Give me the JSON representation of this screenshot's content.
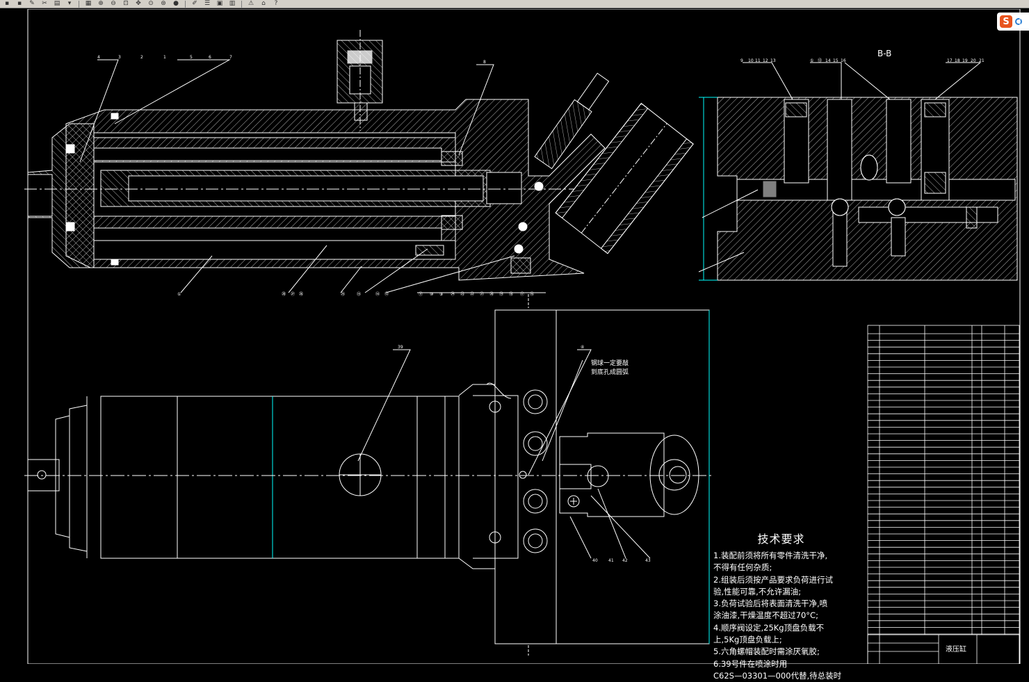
{
  "toolbar": {
    "buttons": [
      {
        "name": "save-icon",
        "glyph": "▪"
      },
      {
        "name": "print-icon",
        "glyph": "▪"
      },
      {
        "name": "open-icon",
        "glyph": "✎"
      },
      {
        "name": "cut-icon",
        "glyph": "✂"
      },
      {
        "name": "paste-icon",
        "glyph": "▤"
      },
      {
        "name": "dropdown-icon",
        "glyph": "▾"
      },
      {
        "name": "preview-icon",
        "glyph": "▦"
      },
      {
        "name": "zoom-in-icon",
        "glyph": "⊕"
      },
      {
        "name": "zoom-out-icon",
        "glyph": "⊖"
      },
      {
        "name": "zoom-window-icon",
        "glyph": "⊡"
      },
      {
        "name": "pan-icon",
        "glyph": "✥"
      },
      {
        "name": "zoom-prev-icon",
        "glyph": "⊙"
      },
      {
        "name": "zoom-all-icon",
        "glyph": "⊛"
      },
      {
        "name": "render-icon",
        "glyph": "●"
      },
      {
        "name": "pen-icon",
        "glyph": "✐"
      },
      {
        "name": "layer-icon",
        "glyph": "☰"
      },
      {
        "name": "properties-icon",
        "glyph": "▣"
      },
      {
        "name": "table-icon",
        "glyph": "▥"
      },
      {
        "name": "warning-icon",
        "glyph": "⚠"
      },
      {
        "name": "home-icon",
        "glyph": "⌂"
      },
      {
        "name": "help-icon",
        "glyph": "?"
      }
    ]
  },
  "ime": {
    "logo": "S"
  },
  "drawing": {
    "section_label": "B-B",
    "note_lines": [
      "钢球一定要敲",
      "到底孔成圆弧"
    ],
    "part_numbers_left": [
      "4",
      "3",
      "2",
      "1",
      "5",
      "6",
      "7"
    ],
    "part_number_8": "8",
    "bottom_callouts": [
      "①",
      "㉘",
      "㉗",
      "㉖",
      "㉕",
      "⑮",
      "⑭",
      "⑫",
      "⑪",
      "⑩",
      "⑨",
      "㉔",
      "㉓",
      "㉒",
      "㉑",
      "⑳",
      "⑲",
      "⑱",
      "⑰",
      "⑯"
    ],
    "bb_callouts": [
      "9",
      "10",
      "11",
      "12",
      "13",
      "①",
      "⑬",
      "14",
      "15",
      "16",
      "17",
      "18",
      "19",
      "20",
      "21"
    ],
    "view_callouts": [
      "39",
      "④",
      "40",
      "41",
      "42",
      "43"
    ]
  },
  "tech": {
    "title": "技术要求",
    "lines": [
      "1.装配前须将所有零件清洗干净,",
      "不得有任何杂质;",
      "2.组装后须按产品要求负荷进行试",
      "验,性能可靠,不允许漏油;",
      "3.负荷试验后将表面清洗干净,喷",
      "涂油漆,干燥温度不超过70°C;",
      "4.顺序阀设定,25Kg顶盘负载不",
      "上,5Kg顶盘负载上;",
      "5.六角螺帽装配时需涂厌氧胶;",
      "6.39号件在喷涂时用",
      "C62S—03301—000代替,待总装时"
    ]
  },
  "title_block": {
    "name": "液压缸"
  }
}
